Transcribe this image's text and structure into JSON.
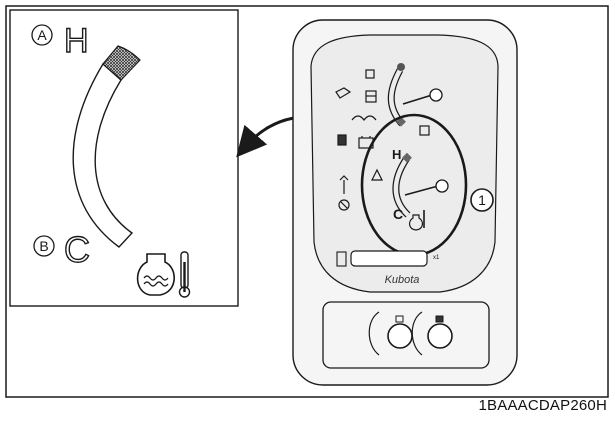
{
  "inset": {
    "marker_a": "A",
    "marker_b": "B",
    "letter_hot": "H",
    "letter_cold": "C",
    "icon": "engine-coolant-temperature-icon"
  },
  "panel": {
    "brand": "Kubota",
    "small_hot": "H",
    "small_cold": "C",
    "callout": "1",
    "hour_unit": "x1"
  },
  "figure_code": "1BAAACDAP260H",
  "colors": {
    "line": "#1a1a1a",
    "panel_shade": "#ececec"
  }
}
